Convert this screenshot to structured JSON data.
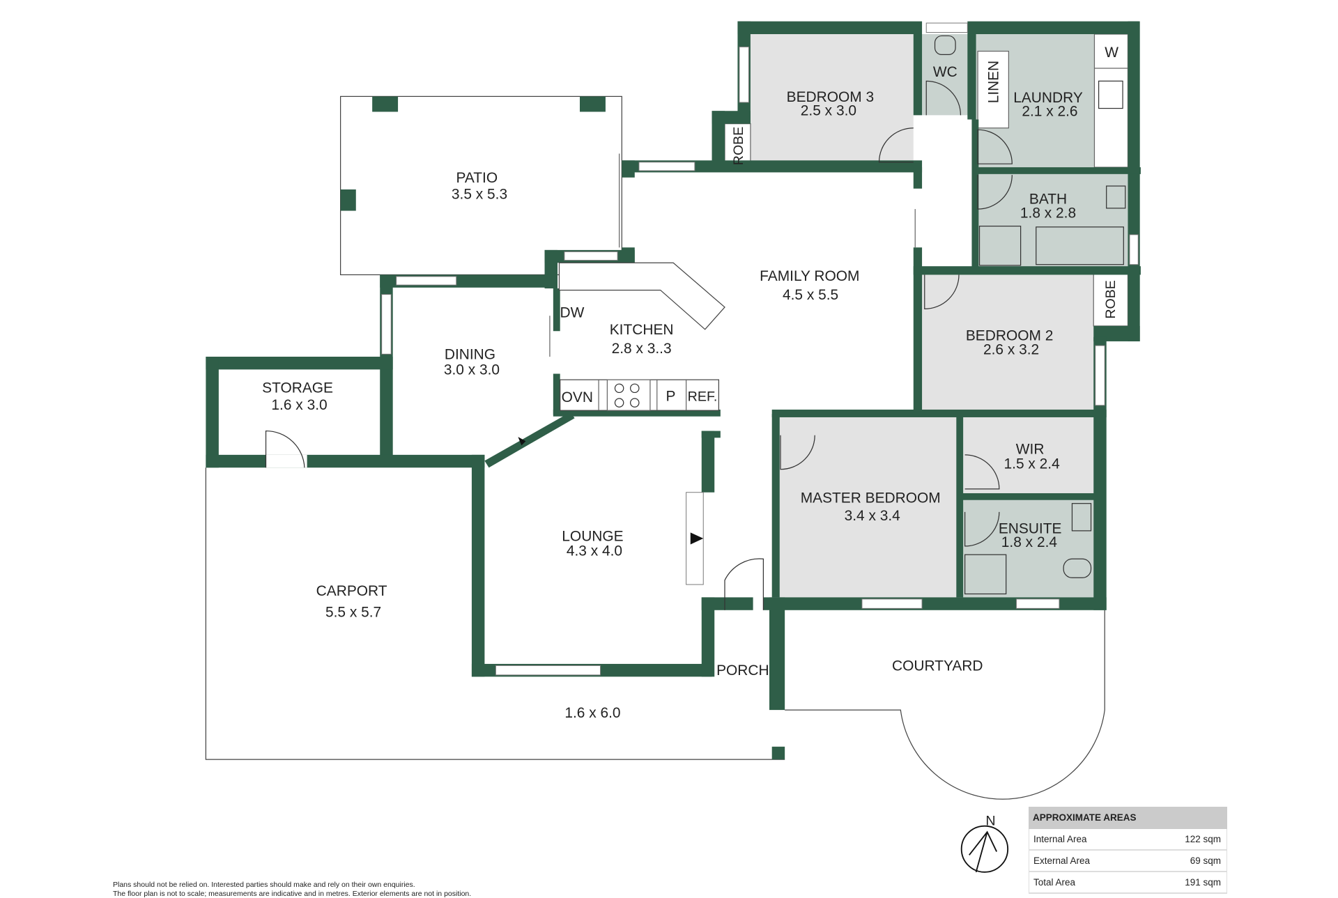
{
  "colors": {
    "wall": "#2f5e48",
    "wet_area": "#c9d3cf",
    "bedroom": "#e3e3e3"
  },
  "rooms": {
    "patio": {
      "name": "PATIO",
      "size": "3.5 x 5.3"
    },
    "bedroom3": {
      "name": "BEDROOM 3",
      "size": "2.5 x 3.0"
    },
    "wc": {
      "name": "WC"
    },
    "linen": {
      "name": "LINEN"
    },
    "laundry": {
      "name": "LAUNDRY",
      "size": "2.1 x 2.6"
    },
    "w": {
      "name": "W"
    },
    "robe1": {
      "name": "ROBE"
    },
    "bath": {
      "name": "BATH",
      "size": "1.8 x 2.8"
    },
    "family": {
      "name": "FAMILY ROOM",
      "size": "4.5 x 5.5"
    },
    "kitchen": {
      "name": "KITCHEN",
      "size": "2.8 x 3..3"
    },
    "dw": {
      "name": "DW"
    },
    "ovn": {
      "name": "OVN"
    },
    "p": {
      "name": "P"
    },
    "ref": {
      "name": "REF."
    },
    "dining": {
      "name": "DINING",
      "size": "3.0 x 3.0"
    },
    "storage": {
      "name": "STORAGE",
      "size": "1.6 x 3.0"
    },
    "bedroom2": {
      "name": "BEDROOM 2",
      "size": "2.6 x 3.2"
    },
    "robe2": {
      "name": "ROBE"
    },
    "master": {
      "name": "MASTER BEDROOM",
      "size": "3.4 x 3.4"
    },
    "wir": {
      "name": "WIR",
      "size": "1.5 x 2.4"
    },
    "ensuite": {
      "name": "ENSUITE",
      "size": "1.8 x 2.4"
    },
    "lounge": {
      "name": "LOUNGE",
      "size": "4.3 x 4.0"
    },
    "carport": {
      "name": "CARPORT",
      "size": "5.5 x 5.7"
    },
    "porch": {
      "name": "PORCH"
    },
    "porch_size": "1.6 x 6.0",
    "courtyard": {
      "name": "COURTYARD"
    }
  },
  "compass": {
    "label": "N"
  },
  "areas": {
    "title": "APPROXIMATE AREAS",
    "rows": [
      {
        "label": "Internal Area",
        "value": "122 sqm"
      },
      {
        "label": "External Area",
        "value": "69 sqm"
      },
      {
        "label": "Total Area",
        "value": "191 sqm"
      }
    ]
  },
  "disclaimer": [
    "Plans should not be relied on. Interested parties should make and rely on their own enquiries.",
    "The floor plan is not to scale; measurements are indicative and in metres. Exterior elements are not in position."
  ]
}
